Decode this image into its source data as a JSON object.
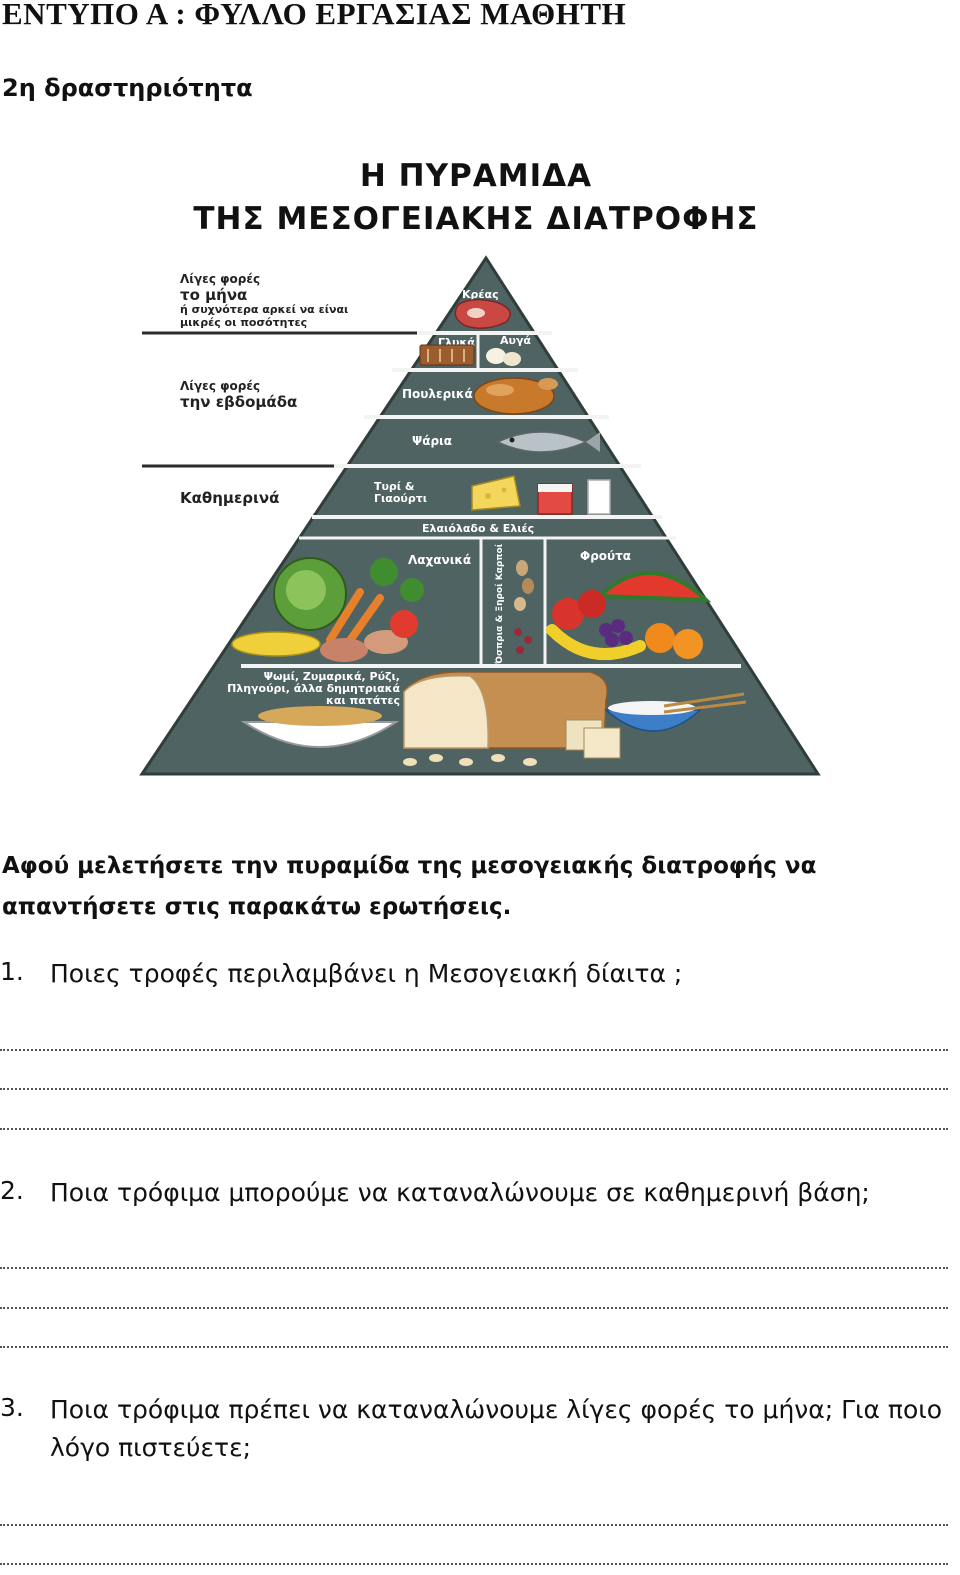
{
  "header": {
    "form_title": "ΕΝΤΥΠΟ Α : ΦΥΛΛΟ ΕΡΓΑΣΙΑΣ ΜΑΘΗΤΗ",
    "activity": "2η δραστηριότητα"
  },
  "pyramid": {
    "title_line1": "Η ΠΥΡΑΜΙΔΑ",
    "title_line2": "ΤΗΣ ΜΕΣΟΓΕΙΑΚΗΣ ΔΙΑΤΡΟΦΗΣ",
    "side_labels": {
      "monthly_1": "Λίγες φορές",
      "monthly_2": "το μήνα",
      "monthly_3": "ή συχνότερα αρκεί να είναι",
      "monthly_4": "μικρές οι ποσότητες",
      "weekly_1": "Λίγες φορές",
      "weekly_2": "την εβδομάδα",
      "daily": "Καθημερινά"
    },
    "food_labels": {
      "meat": "Κρέας",
      "sweets": "Γλυκά",
      "eggs": "Αυγά",
      "poultry": "Πουλερικά",
      "fish": "Ψάρια",
      "cheese_1": "Τυρί &",
      "cheese_2": "Γιαούρτι",
      "olive_oil": "Ελαιόλαδο & Ελιές",
      "vegetables": "Λαχανικά",
      "legumes": "Όσπρια & Ξηροί Καρποί",
      "fruits": "Φρούτα",
      "grains_1": "Ψωμί, Ζυμαρικά, Ρύζι,",
      "grains_2": "Πληγούρι, άλλα δημητριακά",
      "grains_3": "και πατάτες"
    }
  },
  "intro": "Αφού μελετήσετε την πυραμίδα της μεσογειακής διατροφής να απαντήσετε στις παρακάτω ερωτήσεις.",
  "questions": [
    {
      "number": "1.",
      "text": "Ποιες τροφές περιλαμβάνει η Μεσογειακή δίαιτα ;"
    },
    {
      "number": "2.",
      "text": "Ποια τρόφιμα μπορούμε να καταναλώνουμε σε καθημερινή βάση;"
    },
    {
      "number": "3.",
      "text": "Ποια τρόφιμα πρέπει να καταναλώνουμε λίγες φορές το μήνα; Για ποιο λόγο πιστεύετε;"
    }
  ],
  "colors": {
    "pyramid_fill": "#4f6462",
    "pyramid_border": "#2f3d3b",
    "band_line": "#f2f4f3"
  }
}
